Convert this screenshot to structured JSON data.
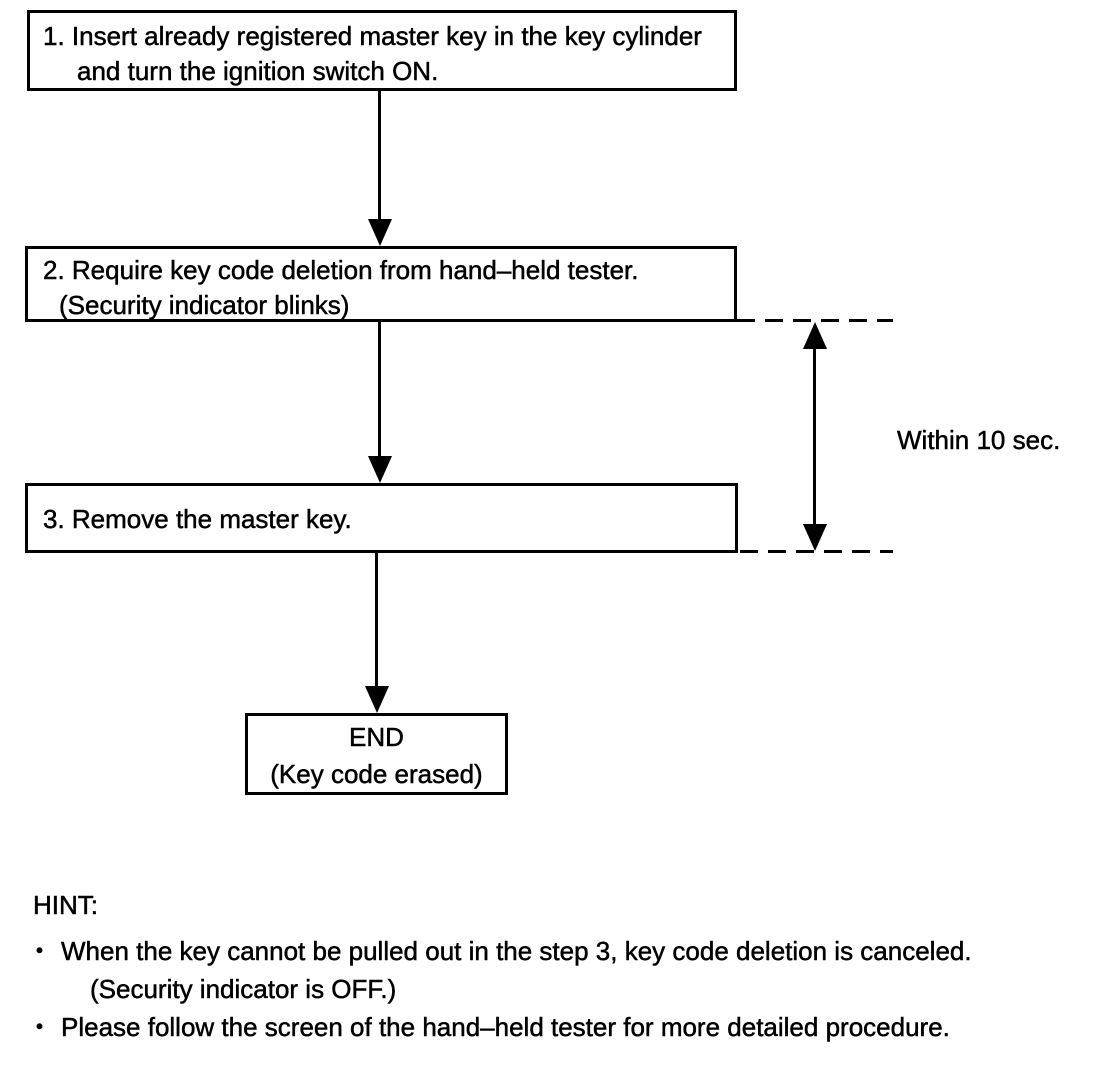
{
  "colors": {
    "ink": "#000000",
    "background": "#ffffff"
  },
  "diagram": {
    "steps": [
      {
        "lines": [
          "1. Insert already registered master key in the key cylinder",
          "and turn the ignition switch ON."
        ]
      },
      {
        "lines": [
          "2. Require key code deletion from hand–held tester.",
          "(Security indicator blinks)"
        ]
      },
      {
        "lines": [
          "3. Remove the master key."
        ]
      }
    ],
    "end_box": {
      "title": "END",
      "subtitle": "(Key code erased)"
    },
    "timing_label": "Within 10 sec."
  },
  "hint": {
    "heading": "HINT:",
    "bullet_char": "•",
    "bullets": [
      {
        "lines": [
          "When the key cannot be pulled out in the step 3, key code deletion is canceled.",
          "(Security indicator is OFF.)"
        ]
      },
      {
        "lines": [
          "Please follow the screen of the hand–held tester for more detailed procedure."
        ]
      }
    ]
  }
}
